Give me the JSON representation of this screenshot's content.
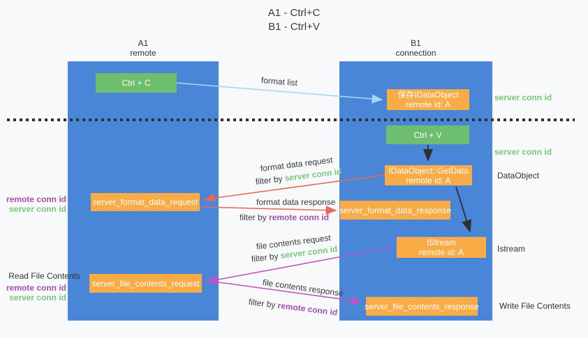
{
  "colors": {
    "column_blue": "#4a86d8",
    "box_green": "#6dbe6f",
    "box_orange": "#f9ab45",
    "green_label_text": "#7cc57e",
    "purple_label_text": "#a84fb0",
    "red_arrow": "#e8685e",
    "magenta_arrow": "#bf54c4",
    "light_blue_arrow": "#a8d5f2",
    "black_arrow": "#2f2f2f"
  },
  "title": {
    "line1": "A1 - Ctrl+C",
    "line2": "B1 - Ctrl+V"
  },
  "lanes": {
    "left": {
      "name": "A1",
      "subtitle": "remote"
    },
    "right": {
      "name": "B1",
      "subtitle": "connection"
    }
  },
  "nodes": {
    "ctrl_c": "Ctrl + C",
    "ctrl_v": "Ctrl + V",
    "save_dataobject": {
      "line1": "保存IDataObject",
      "line2": "remote id: A"
    },
    "getdata": {
      "line1": "IDataObject::GetData",
      "line2": "remote id: A"
    },
    "istream": {
      "line1": "IStream",
      "line2": "remote id: A"
    },
    "format_request": "server_format_data_request",
    "format_response": "server_format_data_response",
    "file_request": "server_file_contents_request",
    "file_response": "server_file_contents_response"
  },
  "edges": {
    "format_list": "format list",
    "format_data_request": "format data request",
    "format_data_response": "format data response",
    "file_contents_request": "file contents request",
    "file_contents_response": "file contents response",
    "filter_by": "filter by",
    "server_conn_id": "server conn id",
    "remote_conn_id": "remote conn id"
  },
  "annotations": {
    "server_conn_id_top": "server conn id",
    "server_conn_id_mid": "server conn id",
    "dataobject": "DataObject",
    "istream": "Istream",
    "write_file_contents": "Write File Contents",
    "read_file_contents": "Read File Contents",
    "remote_conn_id": "remote conn id",
    "server_conn_id": "server conn id"
  }
}
